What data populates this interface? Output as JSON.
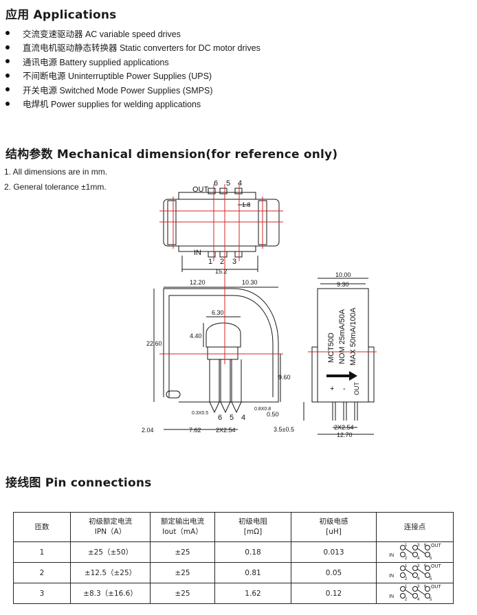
{
  "applications": {
    "title": "应用 Applications",
    "items": [
      "交流变速驱动器 AC variable speed drives",
      "直流电机驱动静态转换器 Static converters for DC motor drives",
      "通讯电源 Battery supplied applications",
      "不间断电源 Uninterruptible Power Supplies (UPS)",
      "开关电源 Switched Mode Power Supplies (SMPS)",
      "电焊机 Power supplies for welding applications"
    ]
  },
  "mechanical": {
    "title": "结构参数 Mechanical dimension(for reference only)",
    "notes": [
      "1. All dimensions are in mm.",
      "2. General tolerance ±1mm."
    ],
    "drawing": {
      "out_label": "OUT",
      "in_label": "IN",
      "top_pins": [
        "6",
        "5",
        "4"
      ],
      "bottom_pins": [
        "1",
        "2",
        "3"
      ],
      "dim_1_8": "1.8",
      "dim_15_2": "15.2",
      "dim_12_20": "12.20",
      "dim_10_30": "10.30",
      "dim_6_30": "6.30",
      "dim_4_40": "4.40",
      "dim_22_60": "22.60",
      "dim_9_60": "9.60",
      "dim_0_50": "0.50",
      "dim_0_3x0_5": "0.3X0.5",
      "dim_0_8x0_8": "0.8X0.8",
      "dim_2_04": "2.04",
      "dim_7_62": "7.62",
      "dim_2x2_54": "2X2.54",
      "dim_10_00": "10.00",
      "dim_9_30": "9.30",
      "dim_3_5": "3.5±0.5",
      "dim_12_70": "12.70",
      "pins_front": [
        "6",
        "5",
        "4"
      ],
      "label_model": "MCT50D",
      "label_nom": "NOM  25mA/50A",
      "label_max": "MAX  50mA/100A",
      "side_plus": "+",
      "side_minus": "-",
      "side_out": "OUT"
    }
  },
  "pin_connections": {
    "title": "接线图 Pin connections",
    "headers": [
      {
        "line1": "匝数",
        "line2": ""
      },
      {
        "line1": "初级额定电流",
        "line2": "IPN（A）"
      },
      {
        "line1": "额定输出电流",
        "line2": "Iout（mA）"
      },
      {
        "line1": "初级电阻",
        "line2": "[mΩ]"
      },
      {
        "line1": "初级电感",
        "line2": "[uH]"
      },
      {
        "line1": "连接点",
        "line2": ""
      }
    ],
    "rows": [
      {
        "turns": "1",
        "ipn": "±25（±50）",
        "iout": "±25",
        "resistance": "0.18",
        "inductance": "0.013"
      },
      {
        "turns": "2",
        "ipn": "±12.5（±25）",
        "iout": "±25",
        "resistance": "0.81",
        "inductance": "0.05"
      },
      {
        "turns": "3",
        "ipn": "±8.3（±16.6）",
        "iout": "±25",
        "resistance": "1.62",
        "inductance": "0.12"
      }
    ],
    "diagram_labels": {
      "in": "IN",
      "out": "OUT",
      "pins": [
        "1",
        "2",
        "3",
        "4",
        "5",
        "6"
      ]
    }
  }
}
